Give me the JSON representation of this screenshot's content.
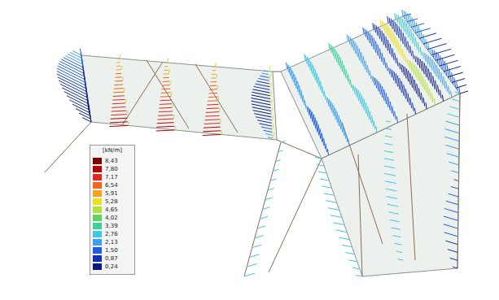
{
  "diagram": {
    "labels": [
      "[kN/m]"
    ],
    "legend": [
      {
        "text": "8,43",
        "color": "#7a0000"
      },
      {
        "text": "7,80",
        "color": "#b30000"
      },
      {
        "text": "7,17",
        "color": "#dc2a1e"
      },
      {
        "text": "6,54",
        "color": "#f0641e"
      },
      {
        "text": "5,91",
        "color": "#f5a21e"
      },
      {
        "text": "5,28",
        "color": "#ebe11e"
      },
      {
        "text": "4,65",
        "color": "#b4e23c"
      },
      {
        "text": "4,02",
        "color": "#5fd25f"
      },
      {
        "text": "3,39",
        "color": "#3ccfa0"
      },
      {
        "text": "2,76",
        "color": "#3cc8e1"
      },
      {
        "text": "2,13",
        "color": "#3c9ff0"
      },
      {
        "text": "1,50",
        "color": "#1e5ee0"
      },
      {
        "text": "0,87",
        "color": "#1230b0"
      },
      {
        "text": "0,24",
        "color": "#0a1a80"
      }
    ]
  }
}
